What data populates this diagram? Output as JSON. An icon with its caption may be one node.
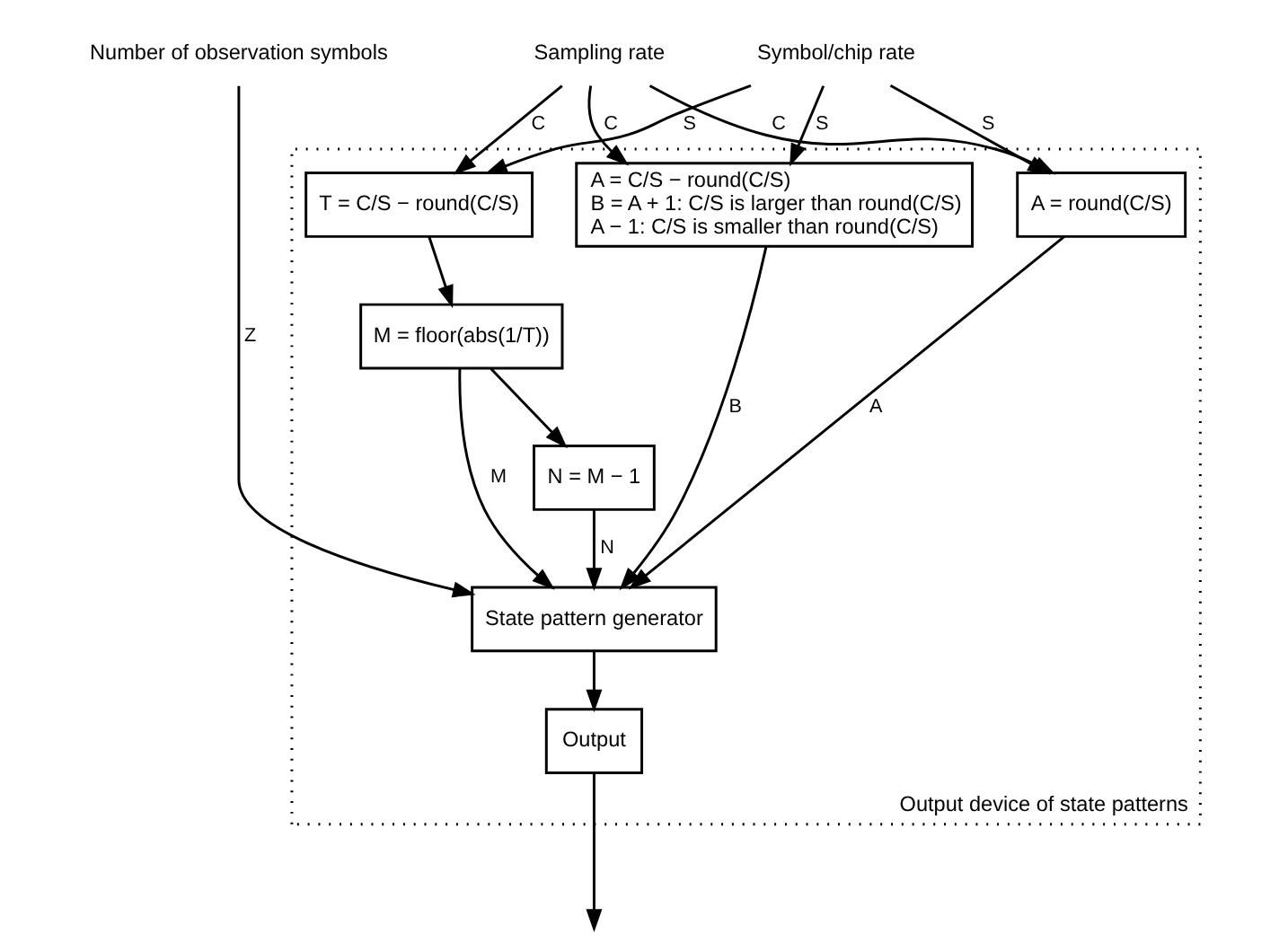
{
  "diagram": {
    "nodes": [
      {
        "text": [
          "Output device of state patterns"
        ]
      },
      {
        "text": [
          "Number of observation symbols"
        ]
      },
      {
        "text": [
          "Sampling rate"
        ]
      },
      {
        "text": [
          "Symbol/chip rate"
        ]
      },
      {
        "text": [
          "A = round(C/S)"
        ],
        "in": 0
      },
      {
        "text": [
          "A = C/S − round(C/S)",
          "B = A + 1: C/S is larger than round(C/S)",
          "A − 1: C/S is smaller than round(C/S)"
        ],
        "in": 0
      },
      {
        "text": [
          "T = C/S − round(C/S)"
        ],
        "in": 0
      },
      {
        "text": [
          "M = floor(abs(1/T))"
        ],
        "in": 0
      },
      {
        "text": [
          "N = M − 1"
        ],
        "in": 0
      },
      {
        "text": [
          "State pattern generator"
        ],
        "in": 0
      },
      {
        "text": [
          "Output"
        ],
        "in": 0
      }
    ],
    "edges": [
      {
        "from": 2,
        "to": 4,
        "arrow": "to",
        "label": "C"
      },
      {
        "from": 3,
        "to": 4,
        "arrow": "to",
        "label": "S"
      },
      {
        "from": 2,
        "to": 5,
        "arrow": "to",
        "label": "C"
      },
      {
        "from": 3,
        "to": 5,
        "arrow": "to",
        "label": "S"
      },
      {
        "from": 2,
        "to": 6,
        "arrow": "to",
        "label": "C"
      },
      {
        "from": 3,
        "to": 6,
        "arrow": "to",
        "label": "S"
      },
      {
        "from": 6,
        "to": 7,
        "arrow": "to"
      },
      {
        "from": 7,
        "to": 8,
        "arrow": "to"
      },
      {
        "from": 1,
        "to": 9,
        "arrow": "to",
        "label": "Z"
      },
      {
        "from": 4,
        "to": 9,
        "arrow": "to",
        "label": "A"
      },
      {
        "from": 5,
        "to": 9,
        "arrow": "to",
        "label": "B"
      },
      {
        "from": 7,
        "to": 9,
        "arrow": "to",
        "label": "M"
      },
      {
        "from": 8,
        "to": 9,
        "arrow": "to",
        "label": "N"
      },
      {
        "from": 9,
        "to": 10,
        "arrow": "to"
      },
      {
        "from": 10,
        "to": null,
        "arrow": "to"
      }
    ]
  }
}
